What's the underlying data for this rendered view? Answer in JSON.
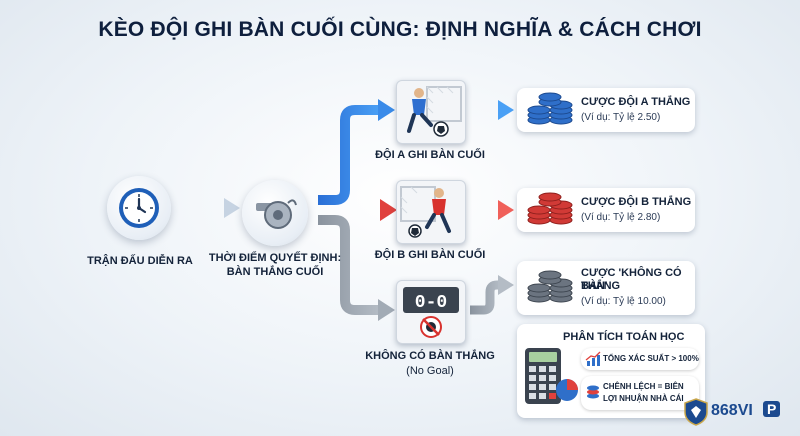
{
  "title": "KÈO ĐỘI GHI BÀN CUỐI CÙNG: ĐỊNH NGHĨA & CÁCH CHƠI",
  "start": {
    "label": "TRẬN ĐẤU DIỄN RA"
  },
  "decision": {
    "label_line1": "THỜI ĐIỂM QUYẾT ĐỊNH:",
    "label_line2": "BÀN THẮNG CUỐI"
  },
  "branches": [
    {
      "label": "ĐỘI A GHI BÀN CUỐI",
      "bet_title": "CƯỢC ĐỘI A THẮNG",
      "bet_example": "(Ví dụ: Tỷ lệ 2.50)",
      "color": "#2f7fe0",
      "chip_color": "#2f6fc9"
    },
    {
      "label": "ĐỘI B GHI BÀN CUỐI",
      "bet_title": "CƯỢC ĐỘI B THẮNG",
      "bet_example": "(Ví dụ: Tỷ lệ 2.80)",
      "color": "#e0413d",
      "chip_color": "#d13a36"
    },
    {
      "label_line1": "KHÔNG CÓ BÀN THẮNG",
      "label_line2": "(No Goal)",
      "bet_title_line1": "CƯỢC 'KHÔNG CÓ BÀN'",
      "bet_title_line2": "THẮNG",
      "bet_example": "(Ví dụ: Tỷ lệ 10.00)",
      "scoreboard": "0-0",
      "color": "#9aa3ad",
      "chip_color": "#6b7480"
    }
  ],
  "analysis": {
    "title": "PHÂN TÍCH TOÁN HỌC",
    "item1": "TỔNG XÁC SUẤT > 100%",
    "item2_line1": "CHÊNH LỆCH = BIÊN",
    "item2_line2": "LỢI NHUẬN NHÀ CÁI"
  },
  "brand": {
    "logo_text": "868VI",
    "logo_suffix": "P"
  }
}
